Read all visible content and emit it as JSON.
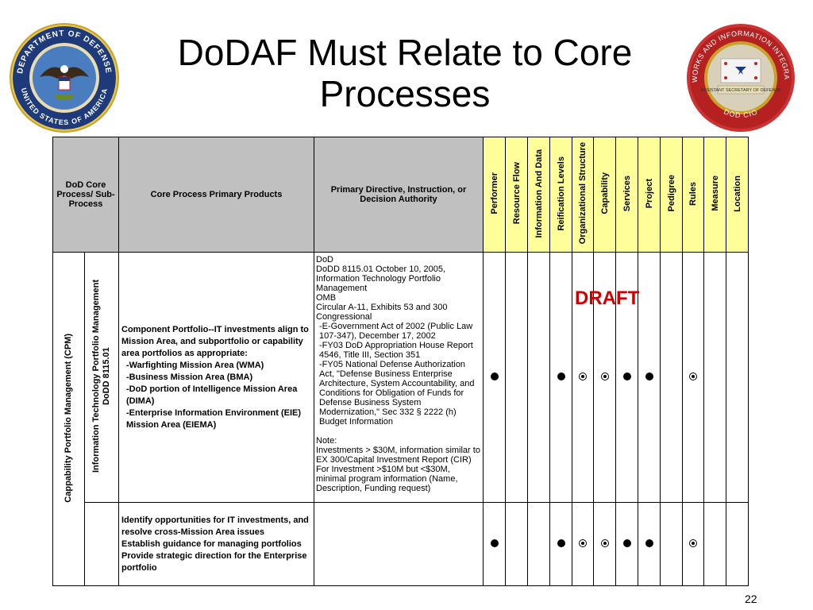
{
  "slide": {
    "title_line1": "DoDAF Must Relate to Core",
    "title_line2": "Processes",
    "page_number": "22",
    "draft_label": "DRAFT"
  },
  "seals": {
    "left_text": "DEPARTMENT OF DEFENSE",
    "left_bottom": "UNITED STATES OF AMERICA",
    "right_text": "NETWORKS AND INFORMATION INTEGRATION",
    "right_inner": "ASSISTANT SECRETARY OF DEFENSE",
    "right_bottom": "DOD CIO"
  },
  "table": {
    "col_process": "DoD Core Process/ Sub-Process",
    "col_products": "Core Process Primary Products",
    "col_authority": "Primary Directive, Instruction, or Decision Authority",
    "attribute_headers": [
      "Performer",
      "Resource Flow",
      "Information And Data",
      "Reification Levels",
      "Organizational Structure",
      "Capability",
      "Services",
      "Project",
      "Pedigree",
      "Rules",
      "Measure",
      "Location"
    ],
    "process": "Cappability Portfolio Management (CPM)",
    "subprocess_line1": "Information Technology Portfolio Management",
    "subprocess_line2": "DoDD 8115.01",
    "rows": [
      {
        "products": [
          "Component Portfolio--IT investments align to Mission Area, and subportfolio or capability area portfolios as appropriate:",
          "-Warfighting Mission Area (WMA)",
          "-Business Mission Area (BMA)",
          "-DoD portion of Intelligence Mission Area (DIMA)",
          "-Enterprise Information Environment (EIE) Mission Area (EIEMA)"
        ],
        "authority": [
          "DoD",
          "DoDD 8115.01 October 10, 2005, Information Technology Portfolio Management",
          "OMB",
          "Circular A-11, Exhibits 53 and 300 Congressional",
          "  -E-Government Act of 2002 (Public Law 107-347), December 17, 2002",
          "  -FY03 DoD Appropriation House Report 4546, Title III, Section 351",
          "  -FY05 National Defense Authorization Act, \"Defense Business Enterprise Architecture, System Accountability, and Conditions for Obligation of Funds for Defense Business System Modernization,\" Sec 332 § 2222 (h) Budget Information",
          "",
          "Note:",
          "Investments > $30M, information similar to EX 300/Capital Investment Report (CIR)",
          "For Investment >$10M but <$30M, minimal program information (Name, Description, Funding request)"
        ],
        "marks": [
          "dot",
          "",
          "",
          "dot",
          "ring",
          "ring",
          "dot",
          "dot",
          "",
          "ring",
          "",
          ""
        ]
      },
      {
        "products": [
          "Identify opportunities for IT investments, and resolve cross-Mission Area issues",
          "Establish guidance for managing portfolios",
          "Provide strategic direction for the Enterprise portfolio"
        ],
        "authority": [],
        "marks": [
          "dot",
          "",
          "",
          "dot",
          "ring",
          "ring",
          "dot",
          "dot",
          "",
          "ring",
          "",
          ""
        ]
      }
    ]
  }
}
